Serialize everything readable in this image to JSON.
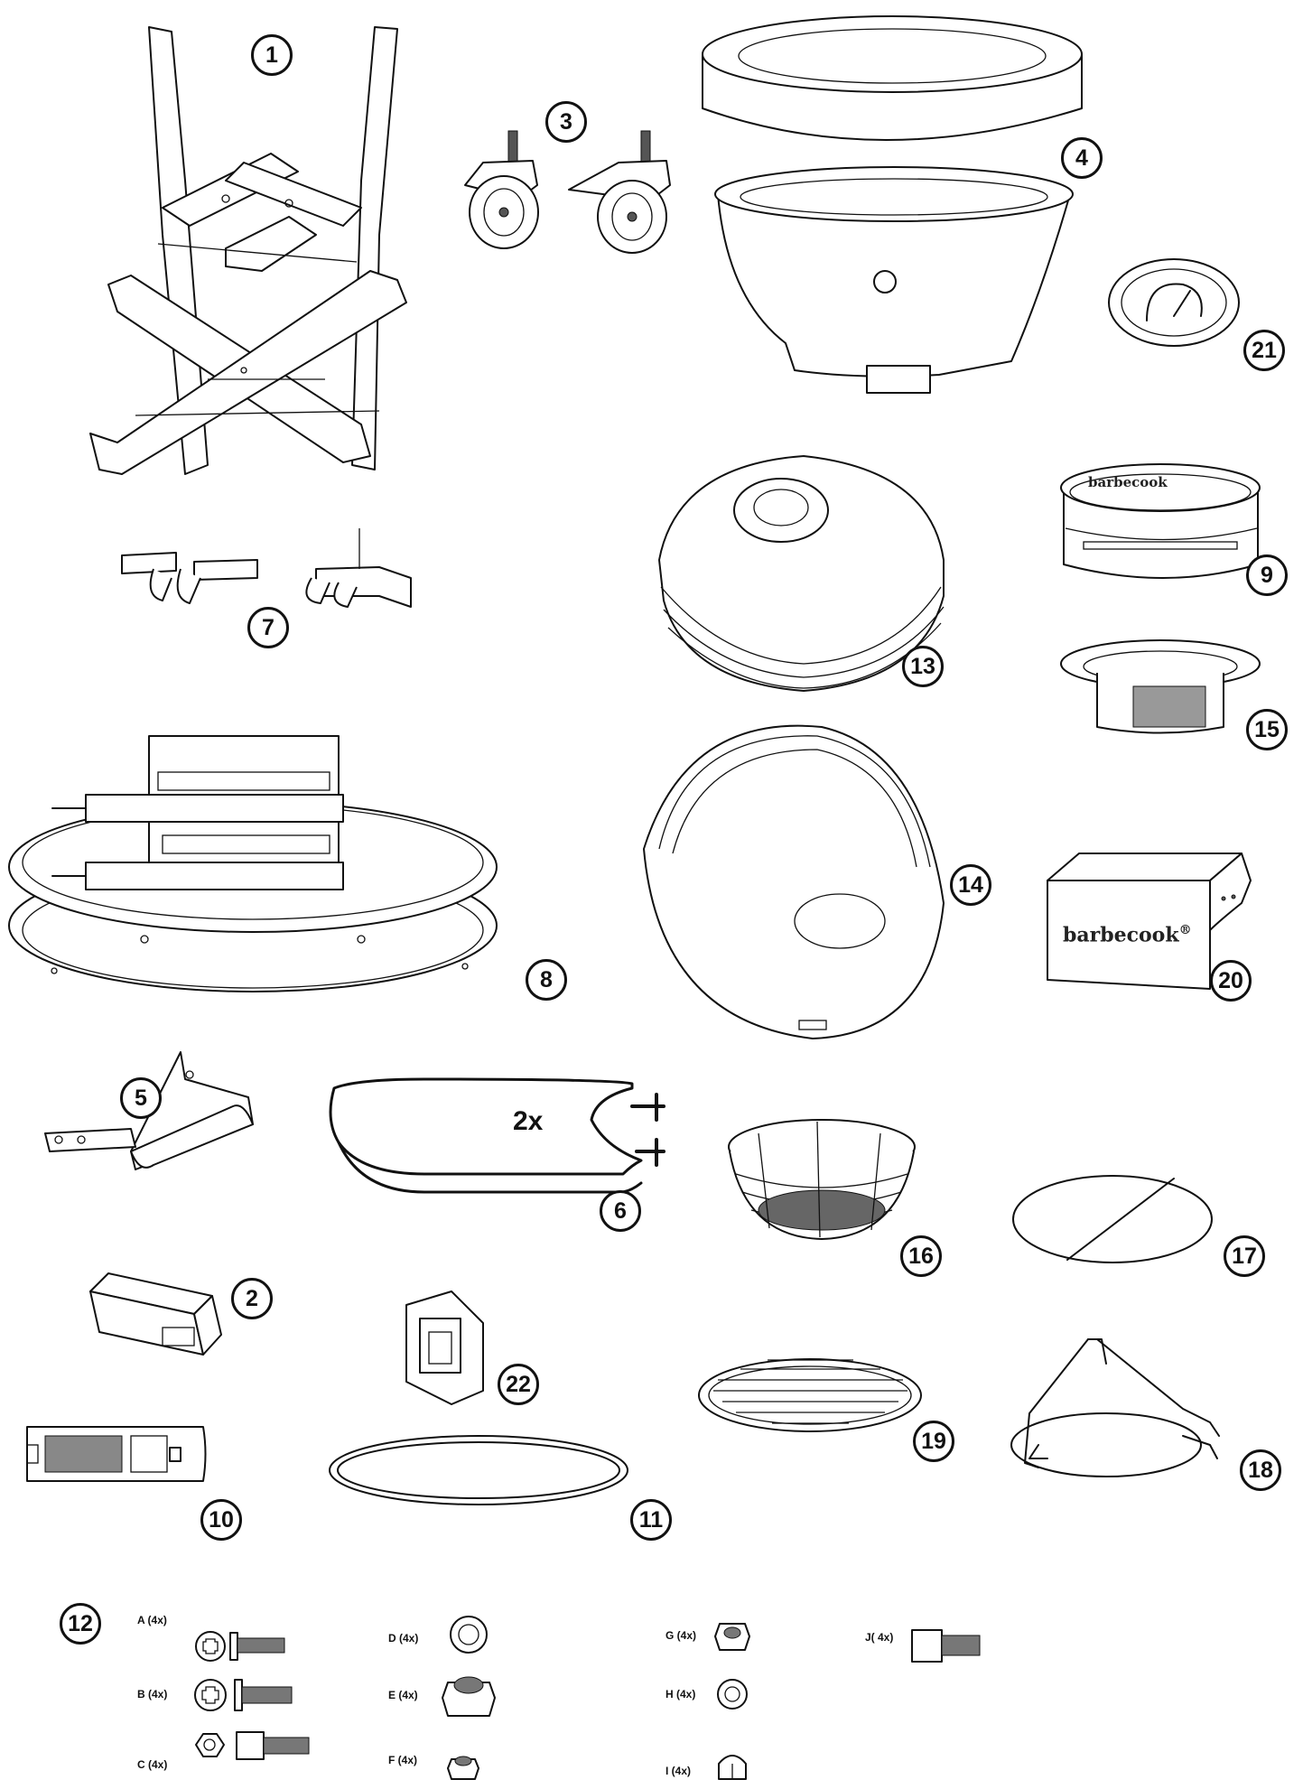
{
  "parts": [
    {
      "number": "1",
      "icon": "stand-frame"
    },
    {
      "number": "2",
      "icon": "handle-block"
    },
    {
      "number": "3",
      "icon": "caster-wheels"
    },
    {
      "number": "4",
      "icon": "ceramic-base"
    },
    {
      "number": "5",
      "icon": "handle-bracket"
    },
    {
      "number": "6",
      "icon": "side-shelf"
    },
    {
      "number": "7",
      "icon": "shelf-brackets"
    },
    {
      "number": "8",
      "icon": "hinge-band-assembly"
    },
    {
      "number": "9",
      "icon": "top-vent"
    },
    {
      "number": "10",
      "icon": "bottom-vent-door"
    },
    {
      "number": "11",
      "icon": "gasket"
    },
    {
      "number": "12",
      "icon": "hardware-kit"
    },
    {
      "number": "13",
      "icon": "dome-lid"
    },
    {
      "number": "14",
      "icon": "firebox-bowl"
    },
    {
      "number": "15",
      "icon": "vent-insert"
    },
    {
      "number": "16",
      "icon": "charcoal-basket"
    },
    {
      "number": "17",
      "icon": "heat-deflector"
    },
    {
      "number": "18",
      "icon": "deflector-rack"
    },
    {
      "number": "19",
      "icon": "cooking-grate"
    },
    {
      "number": "20",
      "icon": "ash-tool-shield"
    },
    {
      "number": "21",
      "icon": "thermometer"
    },
    {
      "number": "22",
      "icon": "bracket-clip"
    }
  ],
  "shelf_quantity": "2x",
  "brand": "barbecook",
  "brand_mark": "®",
  "hardware": [
    {
      "label": "A (4x)",
      "icon": "phillips-bolt-short"
    },
    {
      "label": "B (4x)",
      "icon": "phillips-bolt-long"
    },
    {
      "label": "C (4x)",
      "icon": "hex-socket-bolt"
    },
    {
      "label": "D (4x)",
      "icon": "flat-washer"
    },
    {
      "label": "E (4x)",
      "icon": "hex-nut-large"
    },
    {
      "label": "F (4x)",
      "icon": "hex-nut-small"
    },
    {
      "label": "G (4x)",
      "icon": "lock-nut"
    },
    {
      "label": "H (4x)",
      "icon": "spring-washer"
    },
    {
      "label": "I (4x)",
      "icon": "cap-nut"
    },
    {
      "label": "J( 4x)",
      "icon": "hex-socket-bolt-short"
    }
  ]
}
